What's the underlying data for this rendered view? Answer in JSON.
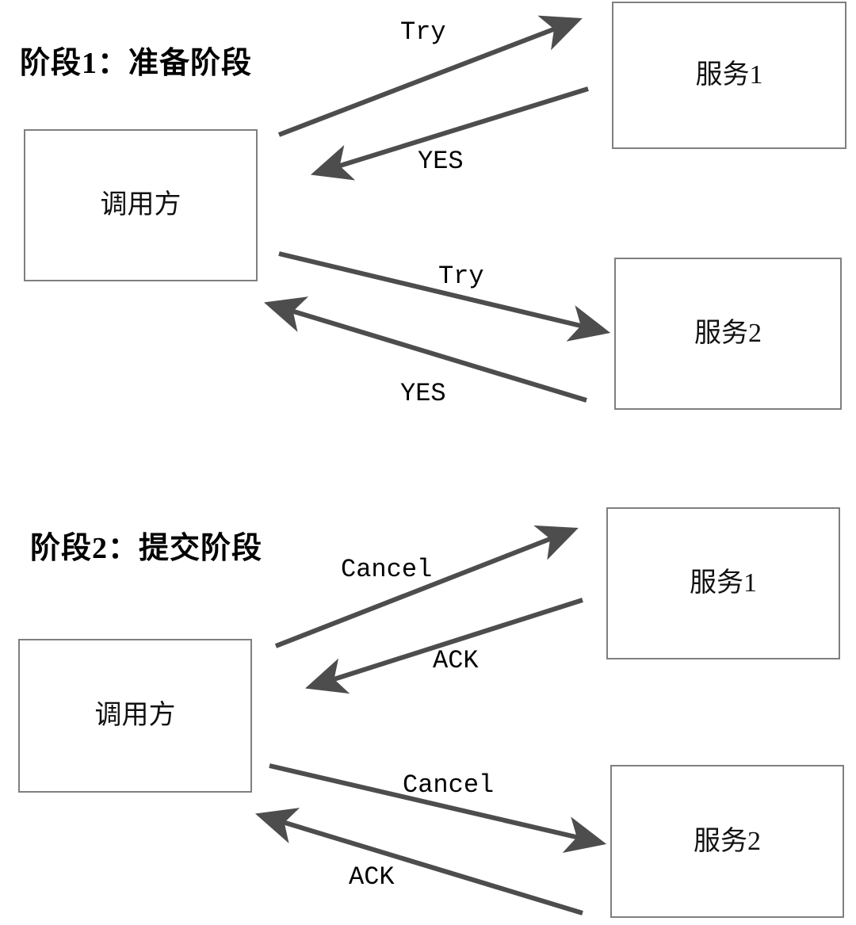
{
  "diagram": {
    "title_phase1": "阶段1：准备阶段",
    "title_phase2": "阶段2：提交阶段",
    "phase1": {
      "caller_label": "调用方",
      "service1_label": "服务1",
      "service2_label": "服务2",
      "edges": [
        {
          "label": "Try",
          "from": "调用方",
          "to": "服务1",
          "direction": "right"
        },
        {
          "label": "YES",
          "from": "服务1",
          "to": "调用方",
          "direction": "left"
        },
        {
          "label": "Try",
          "from": "调用方",
          "to": "服务2",
          "direction": "right"
        },
        {
          "label": "YES",
          "from": "服务2",
          "to": "调用方",
          "direction": "left"
        }
      ]
    },
    "phase2": {
      "caller_label": "调用方",
      "service1_label": "服务1",
      "service2_label": "服务2",
      "edges": [
        {
          "label": "Cancel",
          "from": "调用方",
          "to": "服务1",
          "direction": "right"
        },
        {
          "label": "ACK",
          "from": "服务1",
          "to": "调用方",
          "direction": "left"
        },
        {
          "label": "Cancel",
          "from": "调用方",
          "to": "服务2",
          "direction": "right"
        },
        {
          "label": "ACK",
          "from": "服务2",
          "to": "调用方",
          "direction": "left"
        }
      ]
    },
    "colors": {
      "line": "#4d4d4d",
      "box_border": "#7f7f7f",
      "text": "#000000",
      "background": "#ffffff"
    }
  }
}
